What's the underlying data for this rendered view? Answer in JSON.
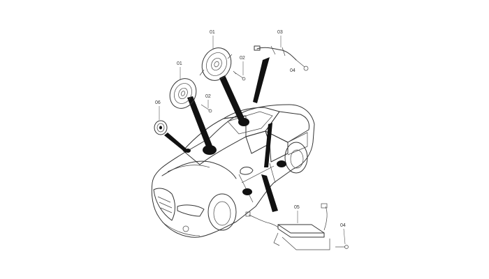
{
  "callouts": {
    "speaker_front_left": "01",
    "speaker_rear_left": "01",
    "screw_rear": "02",
    "screw_front": "02",
    "antenna_cable": "03",
    "bolt_upper": "04",
    "amplifier": "05",
    "bolt_lower": "04",
    "tweeter": "06"
  },
  "colors": {
    "line": "#333333",
    "fill_black": "#111111",
    "background": "#ffffff"
  }
}
